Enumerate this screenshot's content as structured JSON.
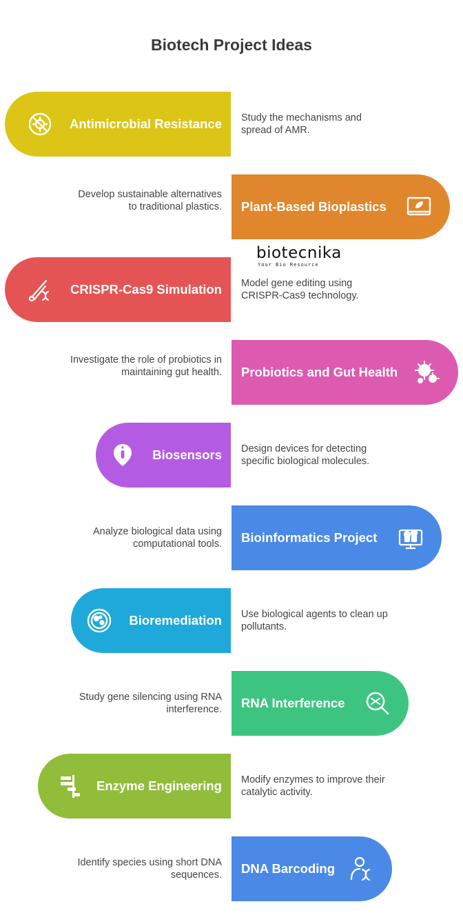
{
  "title": "Biotech Project Ideas",
  "logo": {
    "word": "biotecnika",
    "tagline": "Your Bio Resource"
  },
  "colors": {
    "amr": "#dcc516",
    "bioplastics": "#e0862c",
    "crispr": "#e55454",
    "probiotics": "#dd5ab1",
    "biosensors": "#b35ce3",
    "bioinformatics": "#4a89e6",
    "bioremediation": "#1fa9da",
    "rnai": "#3ec481",
    "enzyme": "#91bd3a",
    "barcoding": "#4a89e6"
  },
  "items": [
    {
      "label": "Antimicrobial Resistance",
      "icon": "microbe-blocked-icon",
      "desc": "Study the mechanisms and spread of AMR."
    },
    {
      "label": "Plant-Based Bioplastics",
      "icon": "leaf-monitor-icon",
      "desc": "Develop sustainable alternatives to traditional plastics."
    },
    {
      "label": "CRISPR-Cas9 Simulation",
      "icon": "scissors-dna-icon",
      "desc": "Model gene editing using CRISPR-Cas9 technology."
    },
    {
      "label": "Probiotics and Gut Health",
      "icon": "bacteria-cluster-icon",
      "desc": "Investigate the role of probiotics in maintaining gut health."
    },
    {
      "label": "Biosensors",
      "icon": "location-test-tube-icon",
      "desc": "Design devices for detecting specific biological molecules."
    },
    {
      "label": "Bioinformatics Project",
      "icon": "monitor-molecules-icon",
      "desc": "Analyze biological data using computational tools."
    },
    {
      "label": "Bioremediation",
      "icon": "petri-dish-icon",
      "desc": "Use biological agents to clean up pollutants."
    },
    {
      "label": "RNA Interference",
      "icon": "magnifier-dna-icon",
      "desc": "Study gene silencing using RNA interference."
    },
    {
      "label": "Enzyme Engineering",
      "icon": "gantt-blocks-icon",
      "desc": "Modify enzymes to improve their catalytic activity."
    },
    {
      "label": "DNA Barcoding",
      "icon": "person-dna-icon",
      "desc": "Identify species using short DNA sequences."
    }
  ]
}
